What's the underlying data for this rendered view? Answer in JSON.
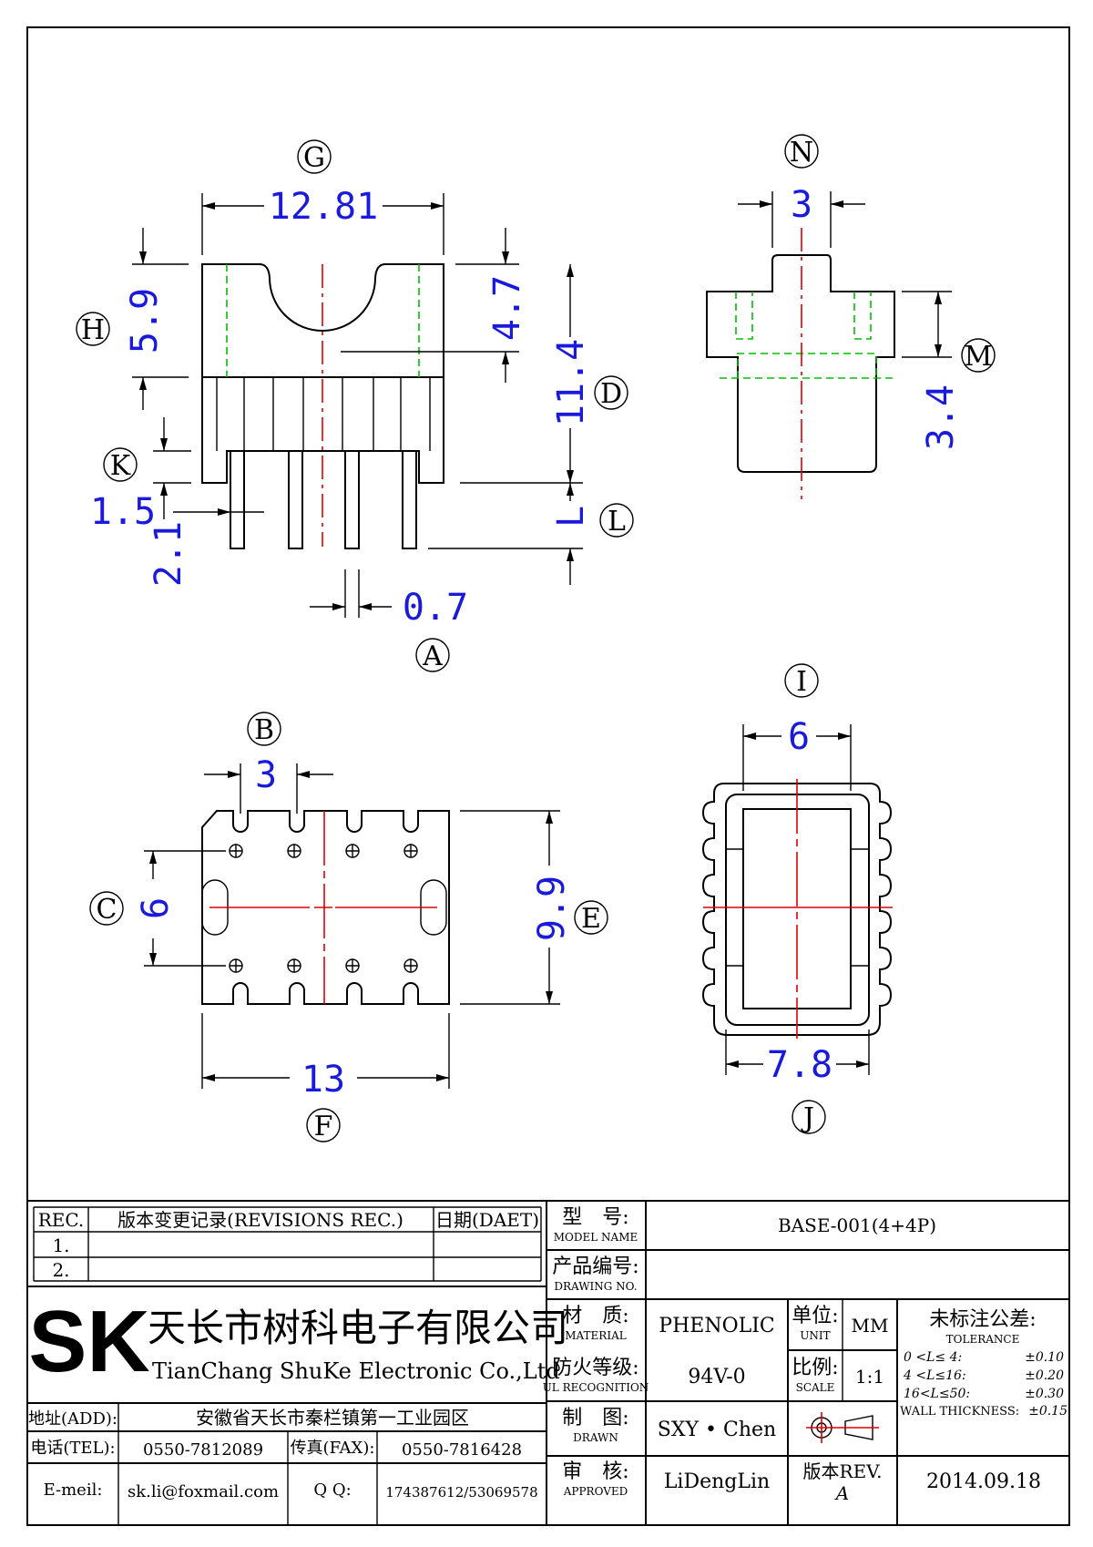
{
  "dimensions": {
    "G": "12.81",
    "H": "5.9",
    "depth_4_7": "4.7",
    "D": "11.4",
    "K": "1.5",
    "pin_2_1": "2.1",
    "L": "L",
    "A": "0.7",
    "N": "3",
    "M": "3.4",
    "B": "3",
    "C": "6",
    "E": "9.9",
    "F": "13",
    "I": "6",
    "J": "7.8"
  },
  "bubbles": [
    "G",
    "H",
    "D",
    "K",
    "L",
    "A",
    "N",
    "M",
    "B",
    "C",
    "E",
    "F",
    "I",
    "J"
  ],
  "title_block": {
    "rev_header": "REC.",
    "revisions_header": "版本变更记录(REVISIONS REC.)",
    "date_header": "日期(DAET)",
    "rev_rows": [
      "1.",
      "2."
    ],
    "company_cn": "天长市树科电子有限公司",
    "company_en": "TianChang ShuKe Electronic Co.,Ltd",
    "logo_text": "SK",
    "address_label": "地址(ADD):",
    "address_value": "安徽省天长市秦栏镇第一工业园区",
    "tel_label": "电话(TEL):",
    "tel_value": "0550-7812089",
    "fax_label": "传真(FAX):",
    "fax_value": "0550-7816428",
    "email_label": "E-meil:",
    "email_value": "sk.li@foxmail.com",
    "qq_label": "Q Q:",
    "qq_value": "174387612/53069578",
    "model_label_cn": "型　号:",
    "model_label_en": "MODEL NAME",
    "model_value": "BASE-001(4+4P)",
    "drawing_label_cn": "产品编号:",
    "drawing_label_en": "DRAWING NO.",
    "drawing_value": "",
    "material_label_cn": "材　质:",
    "material_label_en": "MATERIAL",
    "material_value": "PHENOLIC",
    "unit_label_cn": "单位:",
    "unit_label_en": "UNIT",
    "unit_value": "MM",
    "tolerance_label_cn": "未标注公差:",
    "tolerance_label_en": "TOLERANCE",
    "tolerance_rows": [
      {
        "range": "0 <L≤ 4:",
        "value": "±0.10"
      },
      {
        "range": "4 <L≤16:",
        "value": "±0.20"
      },
      {
        "range": "16<L≤50:",
        "value": "±0.30"
      }
    ],
    "wall_label": "WALL THICKNESS:",
    "wall_value": "±0.15",
    "ul_label_cn": "防火等级:",
    "ul_label_en": "UL RECOGNITION",
    "ul_value": "94V-0",
    "scale_label_cn": "比例:",
    "scale_label_en": "SCALE",
    "scale_value": "1:1",
    "drawn_label_cn": "制　图:",
    "drawn_label_en": "DRAWN",
    "drawn_value": "SXY • Chen",
    "approved_label_cn": "审　核:",
    "approved_label_en": "APPROVED",
    "approved_value": "LiDengLin",
    "rev_label": "版本REV.",
    "rev_value": "A",
    "date_value": "2014.09.18"
  }
}
